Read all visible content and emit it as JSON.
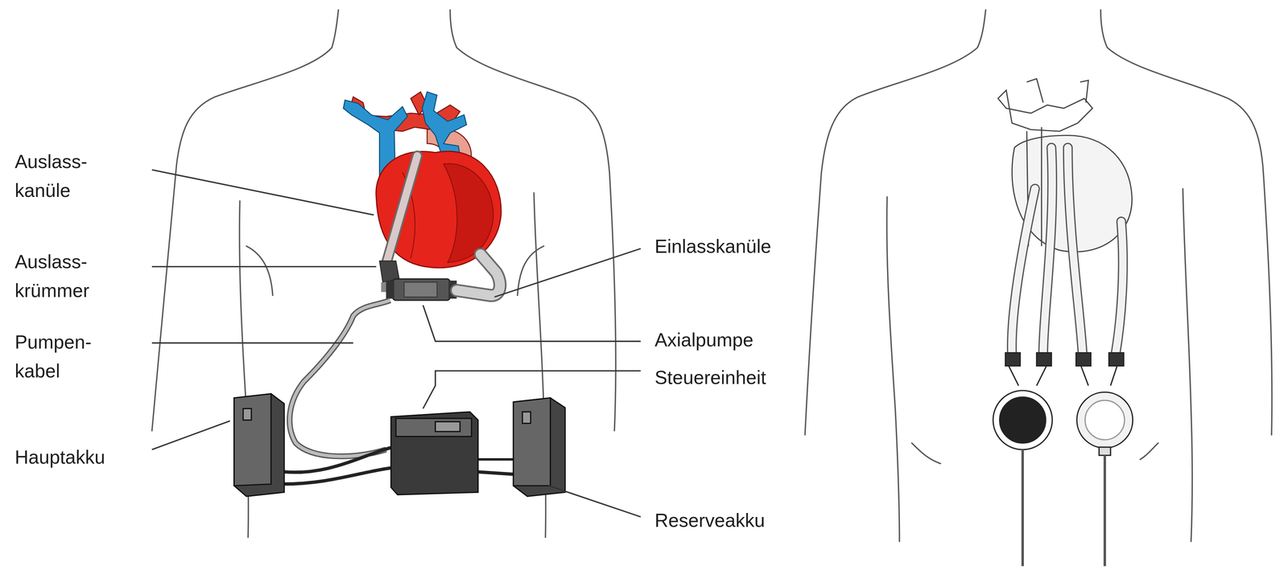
{
  "diagram": {
    "labels": [
      "Auslass- kanüle",
      "Auslass- krümmer",
      "Pumpen- kabel",
      "Hauptakku",
      "Einlasskanüle",
      "Axialpumpe",
      "Steuereinheit",
      "Reserveakku"
    ]
  }
}
